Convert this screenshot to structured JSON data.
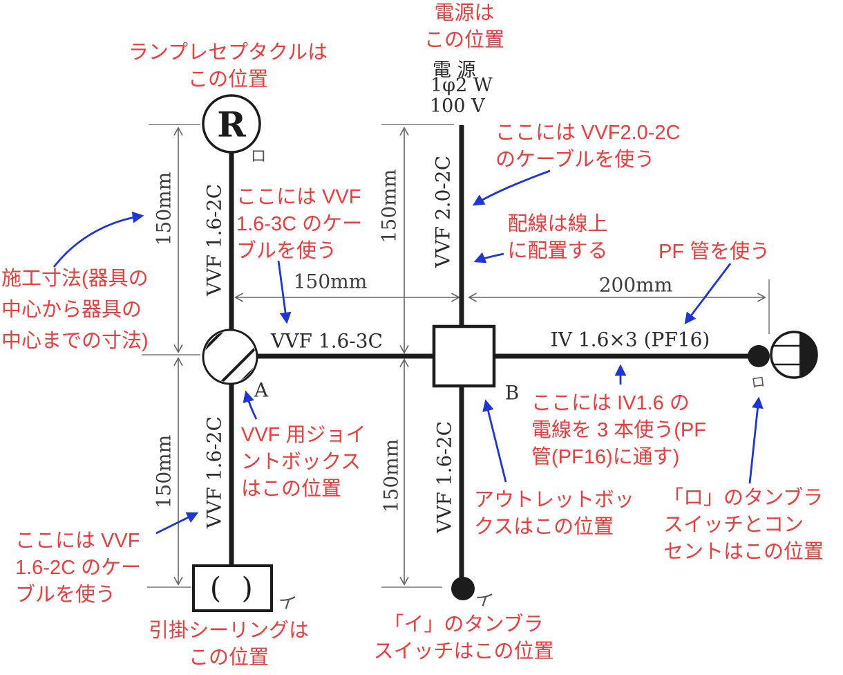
{
  "colors": {
    "red": "#ef3b3b",
    "blue": "#1e36d6",
    "ink": "#1c1c1c",
    "dim_line": "#666666",
    "tick": "#999999"
  },
  "annotations": {
    "lamp_receptacle": "ランプレセプタクルは\nこの位置",
    "power_source": "電源は\nこの位置",
    "use_vvf20": "ここには VVF2.0-2C\nのケーブルを使う",
    "wiring_on_line": "配線は線上\nに配置する",
    "use_pf_pipe": "PF 管を使う",
    "dimension_note": "施工寸法(器具の\n中心から器具の\n中心までの寸法)",
    "use_vvf163": "ここには VVF\n1.6-3C のケー\nブルを使う",
    "joint_box": "VVF 用ジョイ\nントボックス\nはこの位置",
    "use_vvf162": "ここには VVF\n1.6-2C のケー\nブルを使う",
    "ceiling": "引掛シーリングは\nこの位置",
    "switch_i": "「イ」のタンブラ\nスイッチはこの位置",
    "outlet_box": "アウトレットボッ\nクスはこの位置",
    "use_iv16": "ここには IV1.6 の\n電線を 3 本使う(PF\n管(PF16)に通す)",
    "switch_ro": "「ロ」のタンブラ\nスイッチとコン\nセントはこの位置"
  },
  "power": {
    "label": "電 源",
    "system": "1φ2 W",
    "voltage": "100 V"
  },
  "cables": {
    "left_upper": "VVF 1.6-2C",
    "left_lower": "VVF 1.6-2C",
    "center_upper": "VVF 2.0-2C",
    "center_lower": "VVF 1.6-2C",
    "horizontal_left": "VVF 1.6-3C",
    "horizontal_right": "IV 1.6×3 (PF16)"
  },
  "dimensions": {
    "left_upper": "150mm",
    "left_lower": "150mm",
    "center_upper": "150mm",
    "center_lower": "150mm",
    "horizontal_left": "150mm",
    "horizontal_right": "200mm"
  },
  "devices": {
    "lamp_letter": "R",
    "lamp_tag": "ロ",
    "joint_tag": "A",
    "outlet_tag": "B",
    "switch_i_tag": "イ",
    "ceiling_tag": "イ",
    "switch_ro_tag": "ロ",
    "ceiling_glyph": "( )"
  }
}
